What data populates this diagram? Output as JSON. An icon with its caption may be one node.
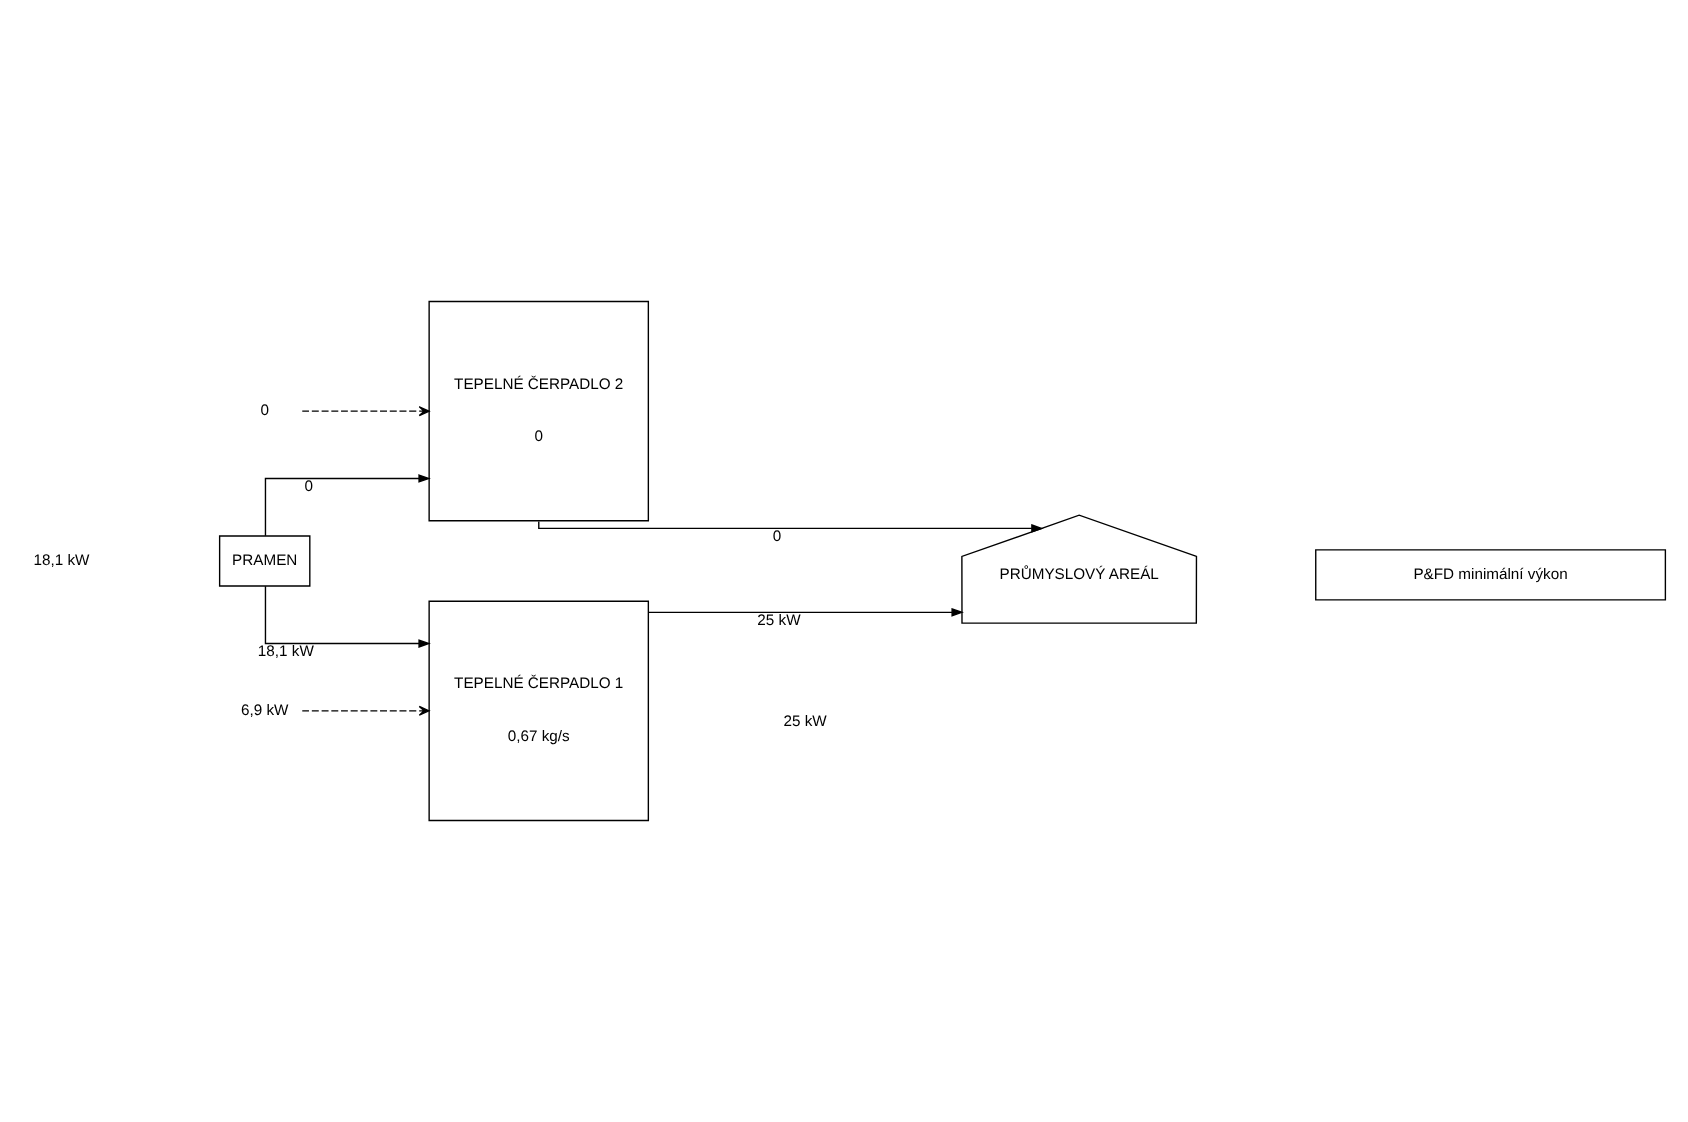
{
  "diagram": {
    "nodes": [
      {
        "text": [
          "PRAMEN"
        ]
      },
      {
        "text": [
          "TEPELNÉ ČERPADLO 1",
          "0,67 kg/s"
        ]
      },
      {
        "text": [
          "TEPELNÉ ČERPADLO 2",
          "0"
        ]
      },
      {
        "text": [
          "PRŮMYSLOVÝ AREÁL"
        ]
      },
      {
        "text": [
          "6,9 kW"
        ]
      },
      {
        "text": [
          "0"
        ]
      },
      {
        "text": [
          "P&FD minimální výkon"
        ]
      }
    ],
    "edges": [
      {
        "from": 0,
        "to": 1,
        "arrow": "to",
        "label": "18,1 kW"
      },
      {
        "from": 0,
        "to": 2,
        "arrow": "to",
        "label": "0"
      },
      {
        "from": 1,
        "to": 3,
        "arrow": "to",
        "label": "25 kW"
      },
      {
        "from": 2,
        "to": 3,
        "arrow": "to",
        "label": "0"
      },
      {
        "from": 4,
        "to": 1,
        "arrow": "to",
        "style": "dashed"
      },
      {
        "from": 5,
        "to": 2,
        "arrow": "to",
        "style": "dashed"
      }
    ],
    "labels": [
      "18,1 kW",
      "25 kW"
    ]
  }
}
